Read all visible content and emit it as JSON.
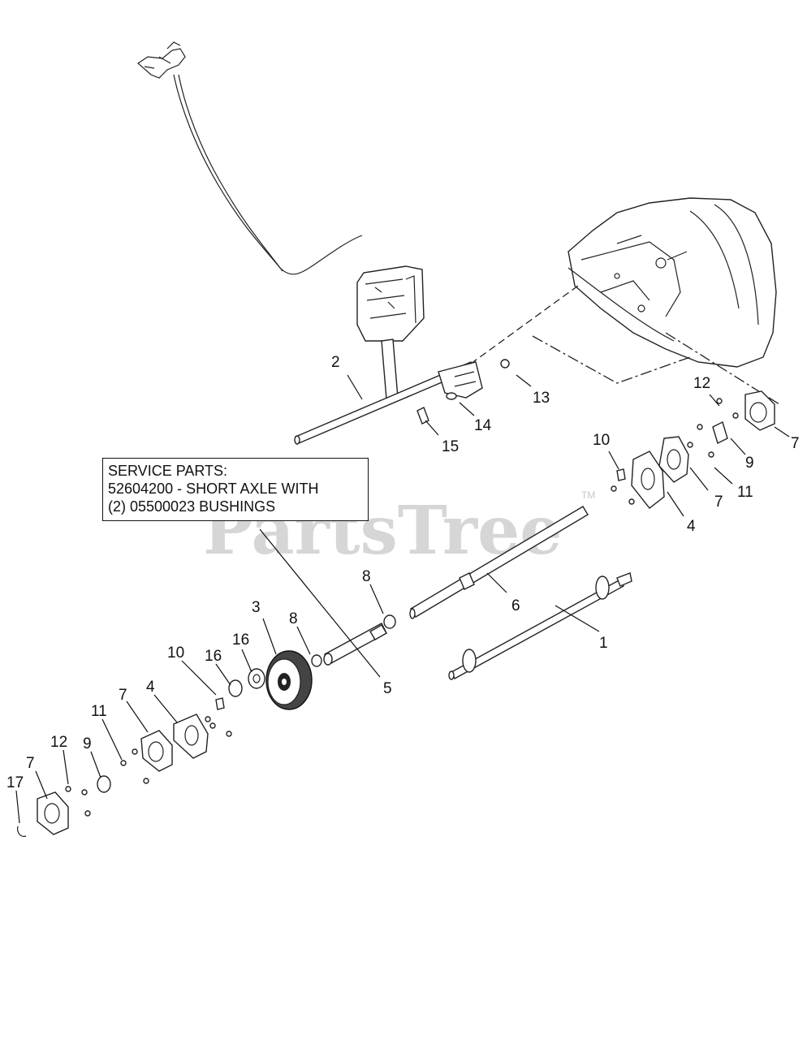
{
  "watermark": {
    "text": "PartsTree",
    "trademark": "TM"
  },
  "service_parts": {
    "line1": "SERVICE PARTS:",
    "line2": "52604200 - SHORT AXLE WITH",
    "line3": "(2) 05500023 BUSHINGS"
  },
  "callouts": [
    {
      "id": "c2",
      "label": "2"
    },
    {
      "id": "c13",
      "label": "13"
    },
    {
      "id": "c14",
      "label": "14"
    },
    {
      "id": "c15",
      "label": "15"
    },
    {
      "id": "c12a",
      "label": "12"
    },
    {
      "id": "c7a",
      "label": "7"
    },
    {
      "id": "c9a",
      "label": "9"
    },
    {
      "id": "c10a",
      "label": "10"
    },
    {
      "id": "c7b",
      "label": "7"
    },
    {
      "id": "c11a",
      "label": "11"
    },
    {
      "id": "c4a",
      "label": "4"
    },
    {
      "id": "c6",
      "label": "6"
    },
    {
      "id": "c8a",
      "label": "8"
    },
    {
      "id": "c3",
      "label": "3"
    },
    {
      "id": "c8b",
      "label": "8"
    },
    {
      "id": "c5",
      "label": "5"
    },
    {
      "id": "c1",
      "label": "1"
    },
    {
      "id": "c10b",
      "label": "10"
    },
    {
      "id": "c16a",
      "label": "16"
    },
    {
      "id": "c16b",
      "label": "16"
    },
    {
      "id": "c7c",
      "label": "7"
    },
    {
      "id": "c4b",
      "label": "4"
    },
    {
      "id": "c11b",
      "label": "11"
    },
    {
      "id": "c12b",
      "label": "12"
    },
    {
      "id": "c9b",
      "label": "9"
    },
    {
      "id": "c7d",
      "label": "7"
    },
    {
      "id": "c17",
      "label": "17"
    }
  ]
}
